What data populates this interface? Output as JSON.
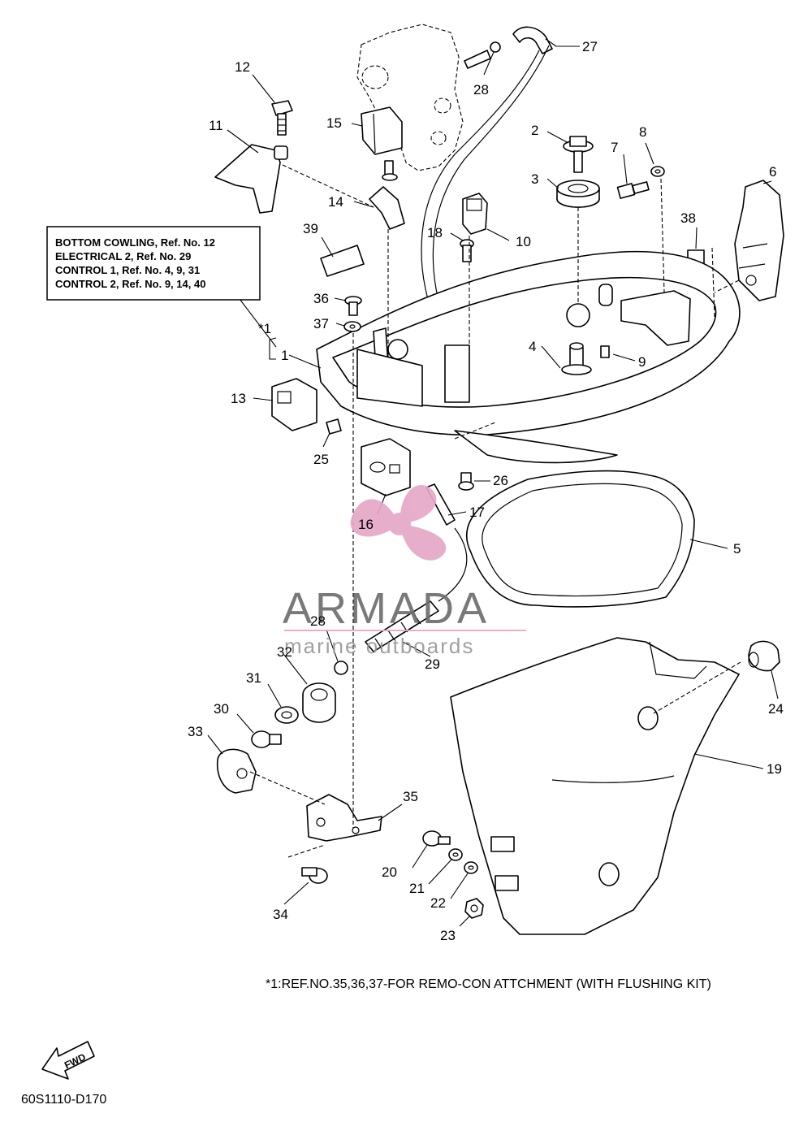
{
  "reference_box": {
    "lines": [
      "BOTTOM COWLING, Ref. No. 12",
      "ELECTRICAL 2, Ref. No. 29",
      "CONTROL 1, Ref. No. 4, 9, 31",
      "CONTROL 2, Ref. No. 9, 14, 40"
    ]
  },
  "callouts": [
    "1",
    "2",
    "3",
    "4",
    "5",
    "6",
    "7",
    "8",
    "9",
    "10",
    "11",
    "12",
    "13",
    "14",
    "15",
    "16",
    "17",
    "18",
    "19",
    "20",
    "21",
    "22",
    "23",
    "24",
    "25",
    "26",
    "27",
    "28",
    "28",
    "29",
    "30",
    "31",
    "32",
    "33",
    "34",
    "35",
    "36",
    "37",
    "38",
    "39"
  ],
  "note_marker": "*1",
  "watermark": {
    "brand": "ARMADA",
    "tagline": "marine outboards",
    "logo_color": "#e6a8c8"
  },
  "footnote": "*1:REF.NO.35,36,37-FOR REMO-CON ATTCHMENT (WITH FLUSHING KIT)",
  "fwd_label": "FWD",
  "diagram_code": "60S1110-D170"
}
